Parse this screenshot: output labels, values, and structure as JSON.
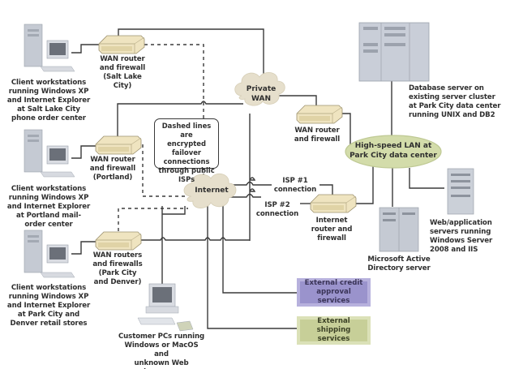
{
  "diagram": {
    "clouds": {
      "private_wan": "Private\nWAN",
      "internet": "Internet",
      "lan": "High-speed LAN at\nPark City data center"
    },
    "note": "Dashed lines are\nencrypted failover\nconnections\nthrough public\nISPs",
    "clients": {
      "salt_lake": "Client workstations\nrunning Windows XP\nand Internet Explorer\nat Salt Lake City\nphone order center",
      "portland": "Client workstations\nrunning Windows XP\nand Internet Explorer\nat Portland mail-\norder center",
      "park_denver": "Client workstations\nrunning Windows XP\nand Internet Explorer\nat Park City and\nDenver retail stores",
      "customer": "Customer PCs running\nWindows or MacOS and\nunknown Web browsers"
    },
    "routers": {
      "salt_lake": "WAN router\nand firewall\n(Salt Lake City)",
      "portland": "WAN router\nand firewall\n(Portland)",
      "park_denver": "WAN routers\nand firewalls\n(Park City\nand Denver)",
      "park_city_wan": "WAN router\nand firewall",
      "internet": "Internet\nrouter and\nfirewall"
    },
    "servers": {
      "database": "Database server on\nexisting server cluster\nat Park City data center\nrunning UNIX and DB2",
      "active_directory": "Microsoft Active\nDirectory server",
      "web_app": "Web/application\nservers running\nWindows Server\n2008 and IIS"
    },
    "connections": {
      "isp1": "ISP #1\nconnection",
      "isp2": "ISP #2\nconnection"
    },
    "services": {
      "credit": "External credit\napproval services",
      "shipping": "External shipping\nservices"
    },
    "colors": {
      "line": "#3a3a3a",
      "cloud": "#e6dfcc",
      "lan": "#d3dcaa",
      "router_top": "#f1e6c3",
      "credit": "#9a93cc",
      "shipping": "#c7cf98"
    }
  }
}
